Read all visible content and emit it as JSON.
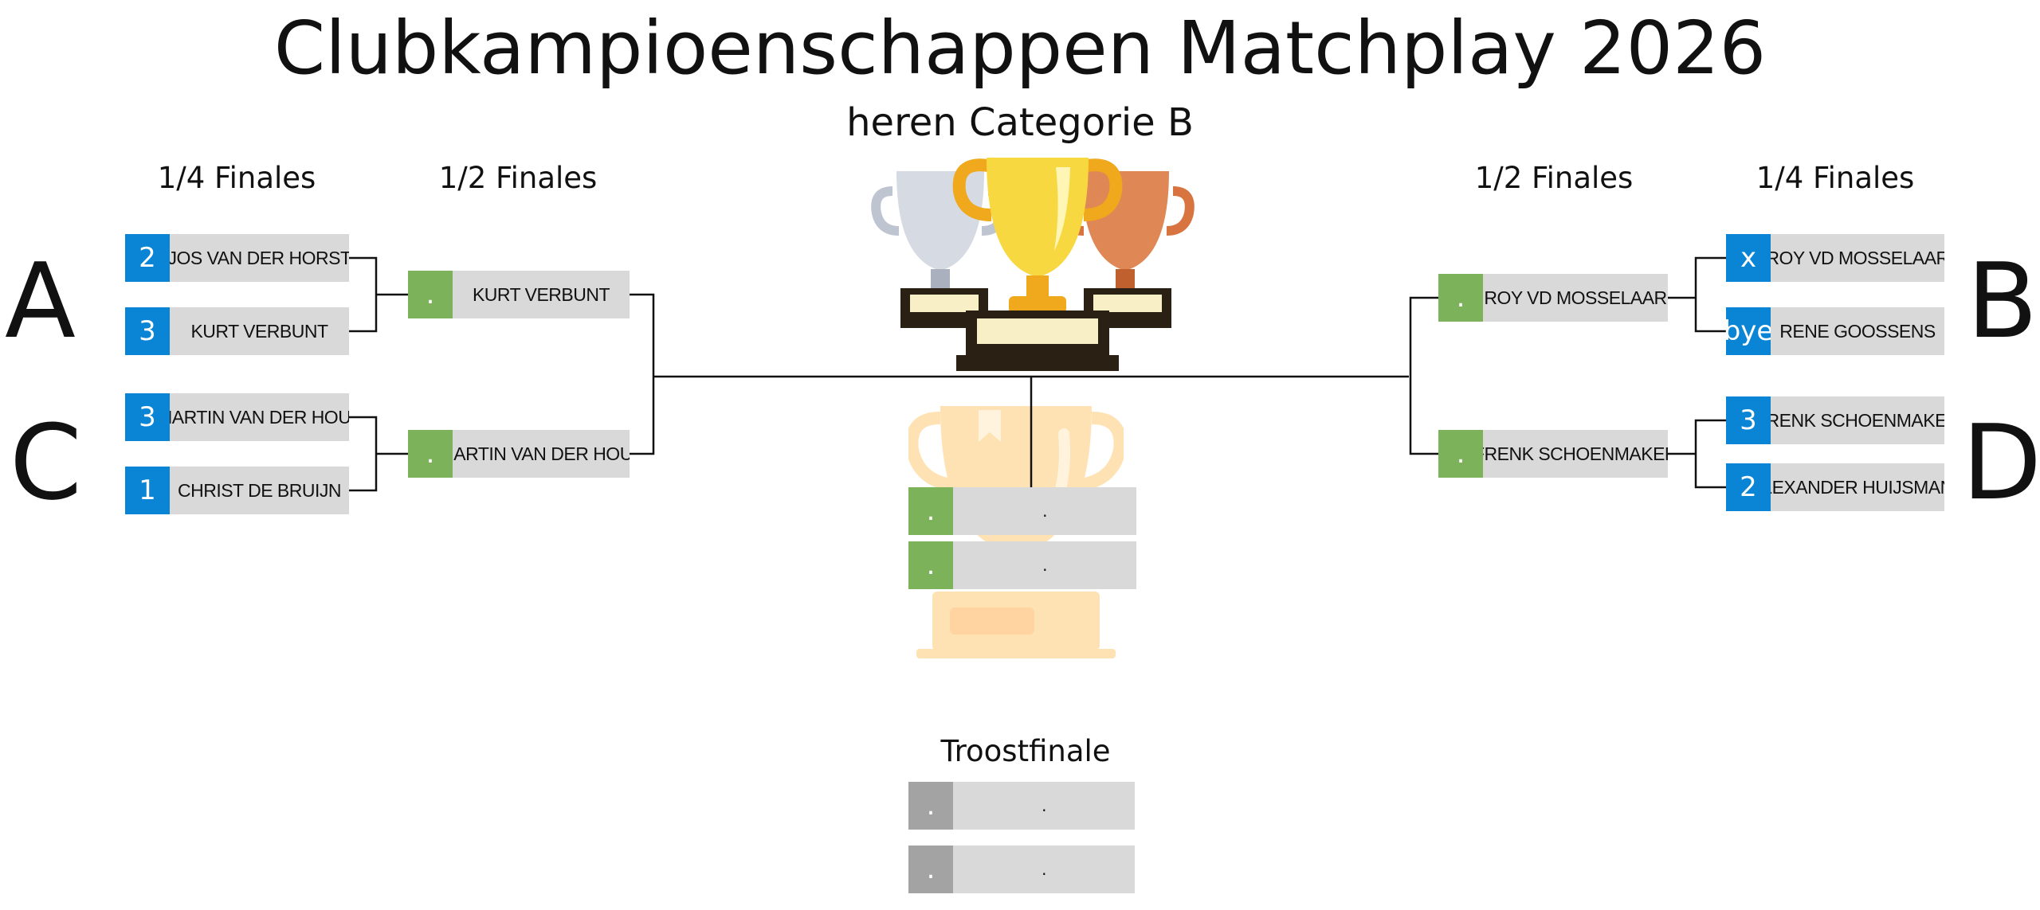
{
  "title": "Clubkampioenschappen Matchplay 2026",
  "subtitle": "heren Categorie B",
  "round_headers": {
    "left_quarter": "1/4 Finales",
    "left_semi": "1/2 Finales",
    "right_semi": "1/2 Finales",
    "right_quarter": "1/4 Finales"
  },
  "pools": {
    "a": "A",
    "b": "B",
    "c": "C",
    "d": "D"
  },
  "left_quarter": [
    {
      "score": "2",
      "name": "JOS VAN DER HORST"
    },
    {
      "score": "3",
      "name": "KURT VERBUNT"
    },
    {
      "score": "3",
      "name": "MARTIN VAN DER HOUT"
    },
    {
      "score": "1",
      "name": "CHRIST DE BRUIJN"
    }
  ],
  "left_semi": [
    {
      "score": ".",
      "name": "KURT VERBUNT"
    },
    {
      "score": ".",
      "name": "MARTIN VAN DER HOUT"
    }
  ],
  "right_quarter": [
    {
      "score": "x",
      "name": "ROY VD MOSSELAAR"
    },
    {
      "score": "bye",
      "name": "RENE GOOSSENS"
    },
    {
      "score": "3",
      "name": "FRENK SCHOENMAKER"
    },
    {
      "score": "2",
      "name": "ALEXANDER HUIJSMANS"
    }
  ],
  "right_semi": [
    {
      "score": ".",
      "name": "ROY VD MOSSELAAR"
    },
    {
      "score": ".",
      "name": "FRENK SCHOENMAKER"
    }
  ],
  "final": [
    {
      "score": ".",
      "name": "."
    },
    {
      "score": ".",
      "name": "."
    }
  ],
  "consolation": {
    "title": "Troostfinale",
    "entries": [
      {
        "score": ".",
        "name": "."
      },
      {
        "score": ".",
        "name": "."
      }
    ]
  },
  "colors": {
    "score_blue": "#0a84d4",
    "score_green": "#7cb25a",
    "score_grey": "#a3a3a3",
    "name_bg": "#d9d9d9",
    "trophy_gold": "#f7c51e",
    "trophy_silver": "#bfc4d1",
    "trophy_bronze": "#d8743f",
    "trophy_faded": "#ffe2b3"
  },
  "icons": [
    "trophies-podium-icon",
    "faded-trophy-icon"
  ]
}
